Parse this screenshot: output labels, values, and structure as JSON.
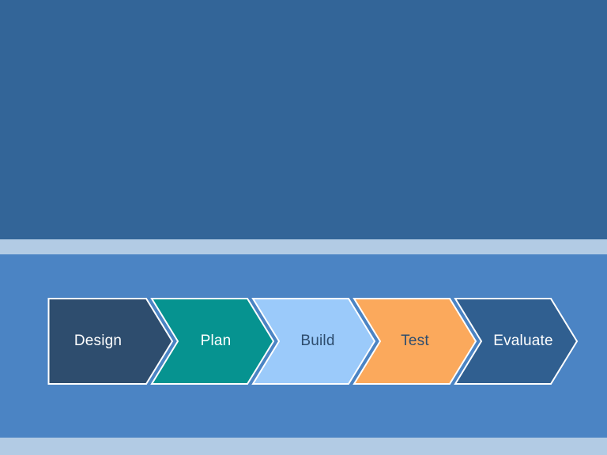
{
  "slide": {
    "background": {
      "top_color": "#336598",
      "stripe_color": "#B2CBE4",
      "middle_color": "#4B84C4"
    },
    "process_flow": {
      "outline_color": "#FFFFFF",
      "steps": [
        {
          "label": "Design",
          "fill": "#2E4D6E",
          "text_color": "#FFFFFF"
        },
        {
          "label": "Plan",
          "fill": "#069390",
          "text_color": "#FFFFFF"
        },
        {
          "label": "Build",
          "fill": "#9BCAFA",
          "text_color": "#2E4D6E"
        },
        {
          "label": "Test",
          "fill": "#FBA95C",
          "text_color": "#2E4D6E"
        },
        {
          "label": "Evaluate",
          "fill": "#305F90",
          "text_color": "#FFFFFF"
        }
      ]
    }
  }
}
